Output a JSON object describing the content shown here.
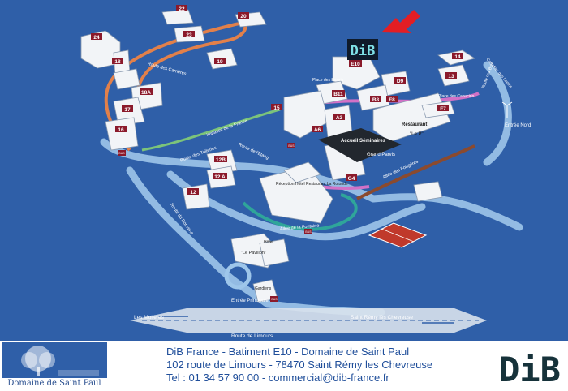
{
  "map": {
    "background_color": "#2f5fa8",
    "buildings": [
      {
        "id": "b24",
        "label": "24"
      },
      {
        "id": "b22",
        "label": "22"
      },
      {
        "id": "b23",
        "label": "23"
      },
      {
        "id": "b20",
        "label": "20"
      },
      {
        "id": "b18",
        "label": "18"
      },
      {
        "id": "b19",
        "label": "19"
      },
      {
        "id": "b18a",
        "label": "18A"
      },
      {
        "id": "b17",
        "label": "17"
      },
      {
        "id": "b16",
        "label": "16"
      },
      {
        "id": "b15",
        "label": "15"
      },
      {
        "id": "b14",
        "label": "14"
      },
      {
        "id": "b13",
        "label": "13"
      },
      {
        "id": "b12b",
        "label": "12B"
      },
      {
        "id": "b12a",
        "label": "12 A"
      },
      {
        "id": "b12",
        "label": "12"
      },
      {
        "id": "e10",
        "label": "E10"
      },
      {
        "id": "d9",
        "label": "D9"
      },
      {
        "id": "b11",
        "label": "B11"
      },
      {
        "id": "b8",
        "label": "B8"
      },
      {
        "id": "f8",
        "label": "F8"
      },
      {
        "id": "a6",
        "label": "A6"
      },
      {
        "id": "a3",
        "label": "A3"
      },
      {
        "id": "f7",
        "label": "F7"
      },
      {
        "id": "g4",
        "label": "G4"
      }
    ],
    "labels": {
      "route_carrieres": "Route des Carrières",
      "impasse_france": "Impasse de la France",
      "route_etang": "Route de l'Etang",
      "route_tuileries": "Route des Tuileries",
      "route_domaine": "Route du Domaine",
      "allee_fontaine": "Allée de la Fontaine",
      "allee_fougeres": "Allée des Fougères",
      "place_essais": "Place des Essais",
      "place_capucins": "Place des Capucins",
      "route_bois": "Route des Bois",
      "carrefour": "Carrefour des Lapins",
      "accueil": "Accueil Séminaires",
      "grand_parvis": "Grand Parvis",
      "restaurant": "Restaurant",
      "restaurant_sign": "\"Le P\"",
      "reception": "Réception Hôtel Restaurant La Rotonde",
      "pavillon": "\"Le Pavillon\"",
      "hotel": "Hôtel",
      "gardiens": "Gardiens",
      "entree_nord": "Entrée Nord",
      "entree_principale": "Entrée Principale",
      "les_molieres": "Les Molières",
      "saint_remy": "Saint Rémy lès Chevreuse",
      "route_limours": "Route de Limours",
      "bus": "BUS",
      "dib": "DiB"
    }
  },
  "footer": {
    "domaine_caption": "Domaine de Saint Paul",
    "line1": "DiB France - Batiment E10 - Domaine de Saint Paul",
    "line2": "102 route de Limours - 78470 Saint Rémy les Chevreuse",
    "line3": "Tel : 01 34 57 90 00 - commercial@dib-france.fr",
    "logo": "DiB"
  }
}
